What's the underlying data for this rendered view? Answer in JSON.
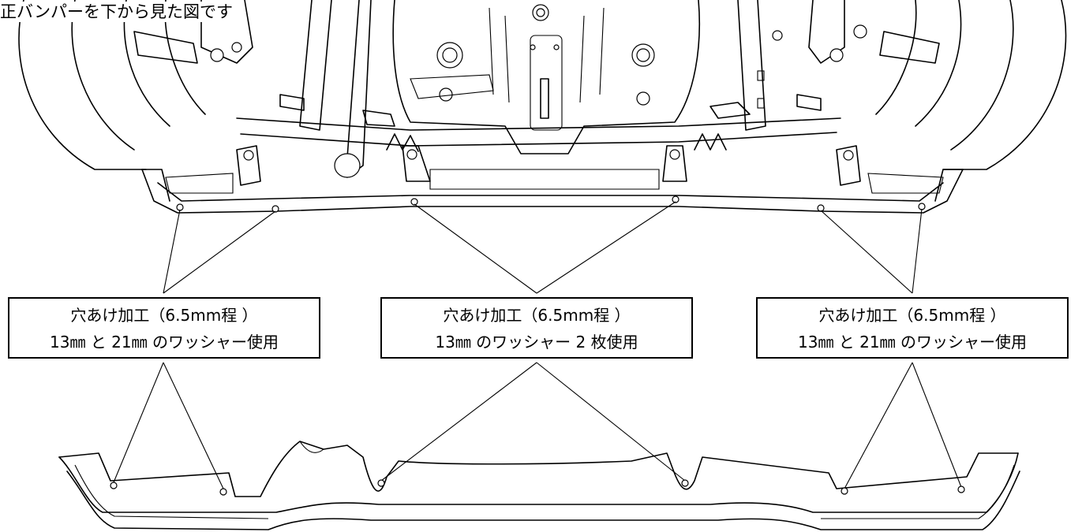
{
  "title": "正バンパーを下から見た図です",
  "callouts": [
    {
      "line1": "穴あけ加工（6.5mm程 ）",
      "line2": "13㎜ と 21㎜ のワッシャー使用"
    },
    {
      "line1": "穴あけ加工（6.5mm程 ）",
      "line2": "13㎜ のワッシャー 2 枚使用"
    },
    {
      "line1": "穴あけ加工（6.5mm程 ）",
      "line2": "13㎜ と 21㎜ のワッシャー使用"
    }
  ]
}
